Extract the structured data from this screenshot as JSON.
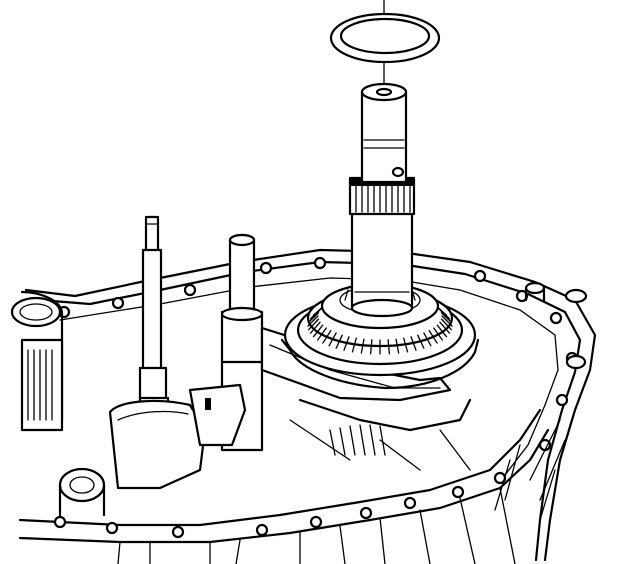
{
  "figure": {
    "subject": "manual-transmission-case-assembly",
    "background_color": "#ffffff",
    "line_color": "#000000",
    "labels": []
  },
  "components": [
    {
      "key": "thrust_washer",
      "icon": "washer-icon"
    },
    {
      "key": "input_shaft",
      "icon": "shaft-icon"
    },
    {
      "key": "synchronizer_gear",
      "icon": "gear-icon"
    },
    {
      "key": "shift_rail_left",
      "icon": "rod-icon"
    },
    {
      "key": "shift_rail_right",
      "icon": "rod-icon"
    },
    {
      "key": "shift_fork",
      "icon": "fork-icon"
    },
    {
      "key": "transmission_case",
      "icon": "housing-icon"
    },
    {
      "key": "dowel_pin",
      "icon": "pin-icon"
    }
  ]
}
